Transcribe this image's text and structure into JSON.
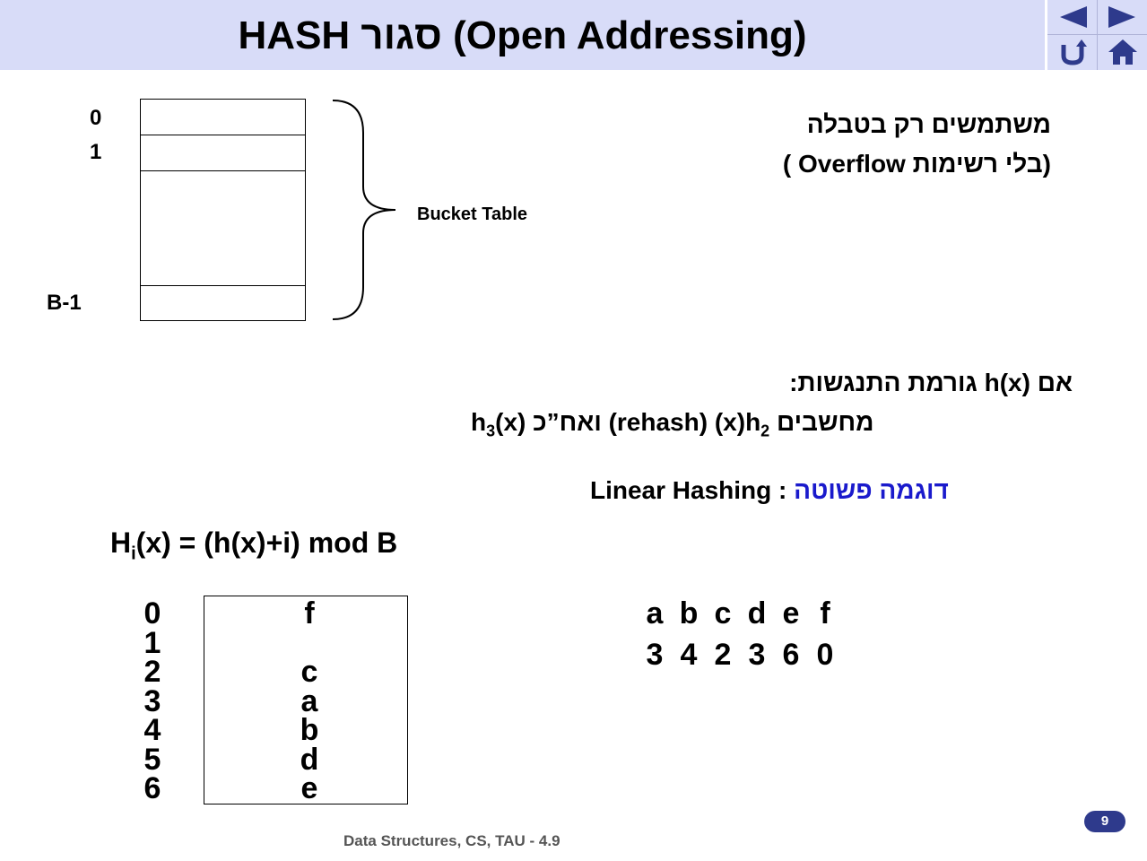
{
  "header": {
    "title": "(Open Addressing) סגור HASH",
    "nav": {
      "prev_icon": "triangle-left-icon",
      "next_icon": "triangle-right-icon",
      "return_icon": "return-arrow-icon",
      "home_icon": "home-icon"
    },
    "bar_color": "#d8dcf8"
  },
  "bucket_diagram": {
    "row_labels": {
      "first": "0",
      "second": "1",
      "last": "B-1"
    },
    "brace_label": "Bucket Table"
  },
  "intro": {
    "line1": "משתמשים רק בטבלה",
    "line2": "(בלי רשימות Overflow )"
  },
  "collision": {
    "line1": "אם h(x) גורמת התנגשות:",
    "line2_prefix": "מחשבים",
    "h2": "h",
    "h2_sub": "2",
    "h2_suffix": "(x) (rehash) ואח”כ",
    "h3": "h",
    "h3_sub": "3",
    "h3_suffix": "(x)"
  },
  "example": {
    "label_hebrew": "דוגמה פשוטה",
    "label_english": "Linear Hashing :",
    "label_color": "#1a1acc",
    "formula_H": "H",
    "formula_sub": "i",
    "formula_rest": "(x) = (h(x)+i) mod B",
    "indices": [
      "0",
      "1",
      "2",
      "3",
      "4",
      "5",
      "6"
    ],
    "values": [
      "f",
      "",
      "c",
      "a",
      "b",
      "d",
      "e"
    ],
    "keys": [
      "a",
      "b",
      "c",
      "d",
      "e",
      "f"
    ],
    "hashes": [
      "3",
      "4",
      "2",
      "3",
      "6",
      "0"
    ]
  },
  "footer": {
    "page_number": "9",
    "course": "Data Structures, CS, TAU - 4.9"
  }
}
